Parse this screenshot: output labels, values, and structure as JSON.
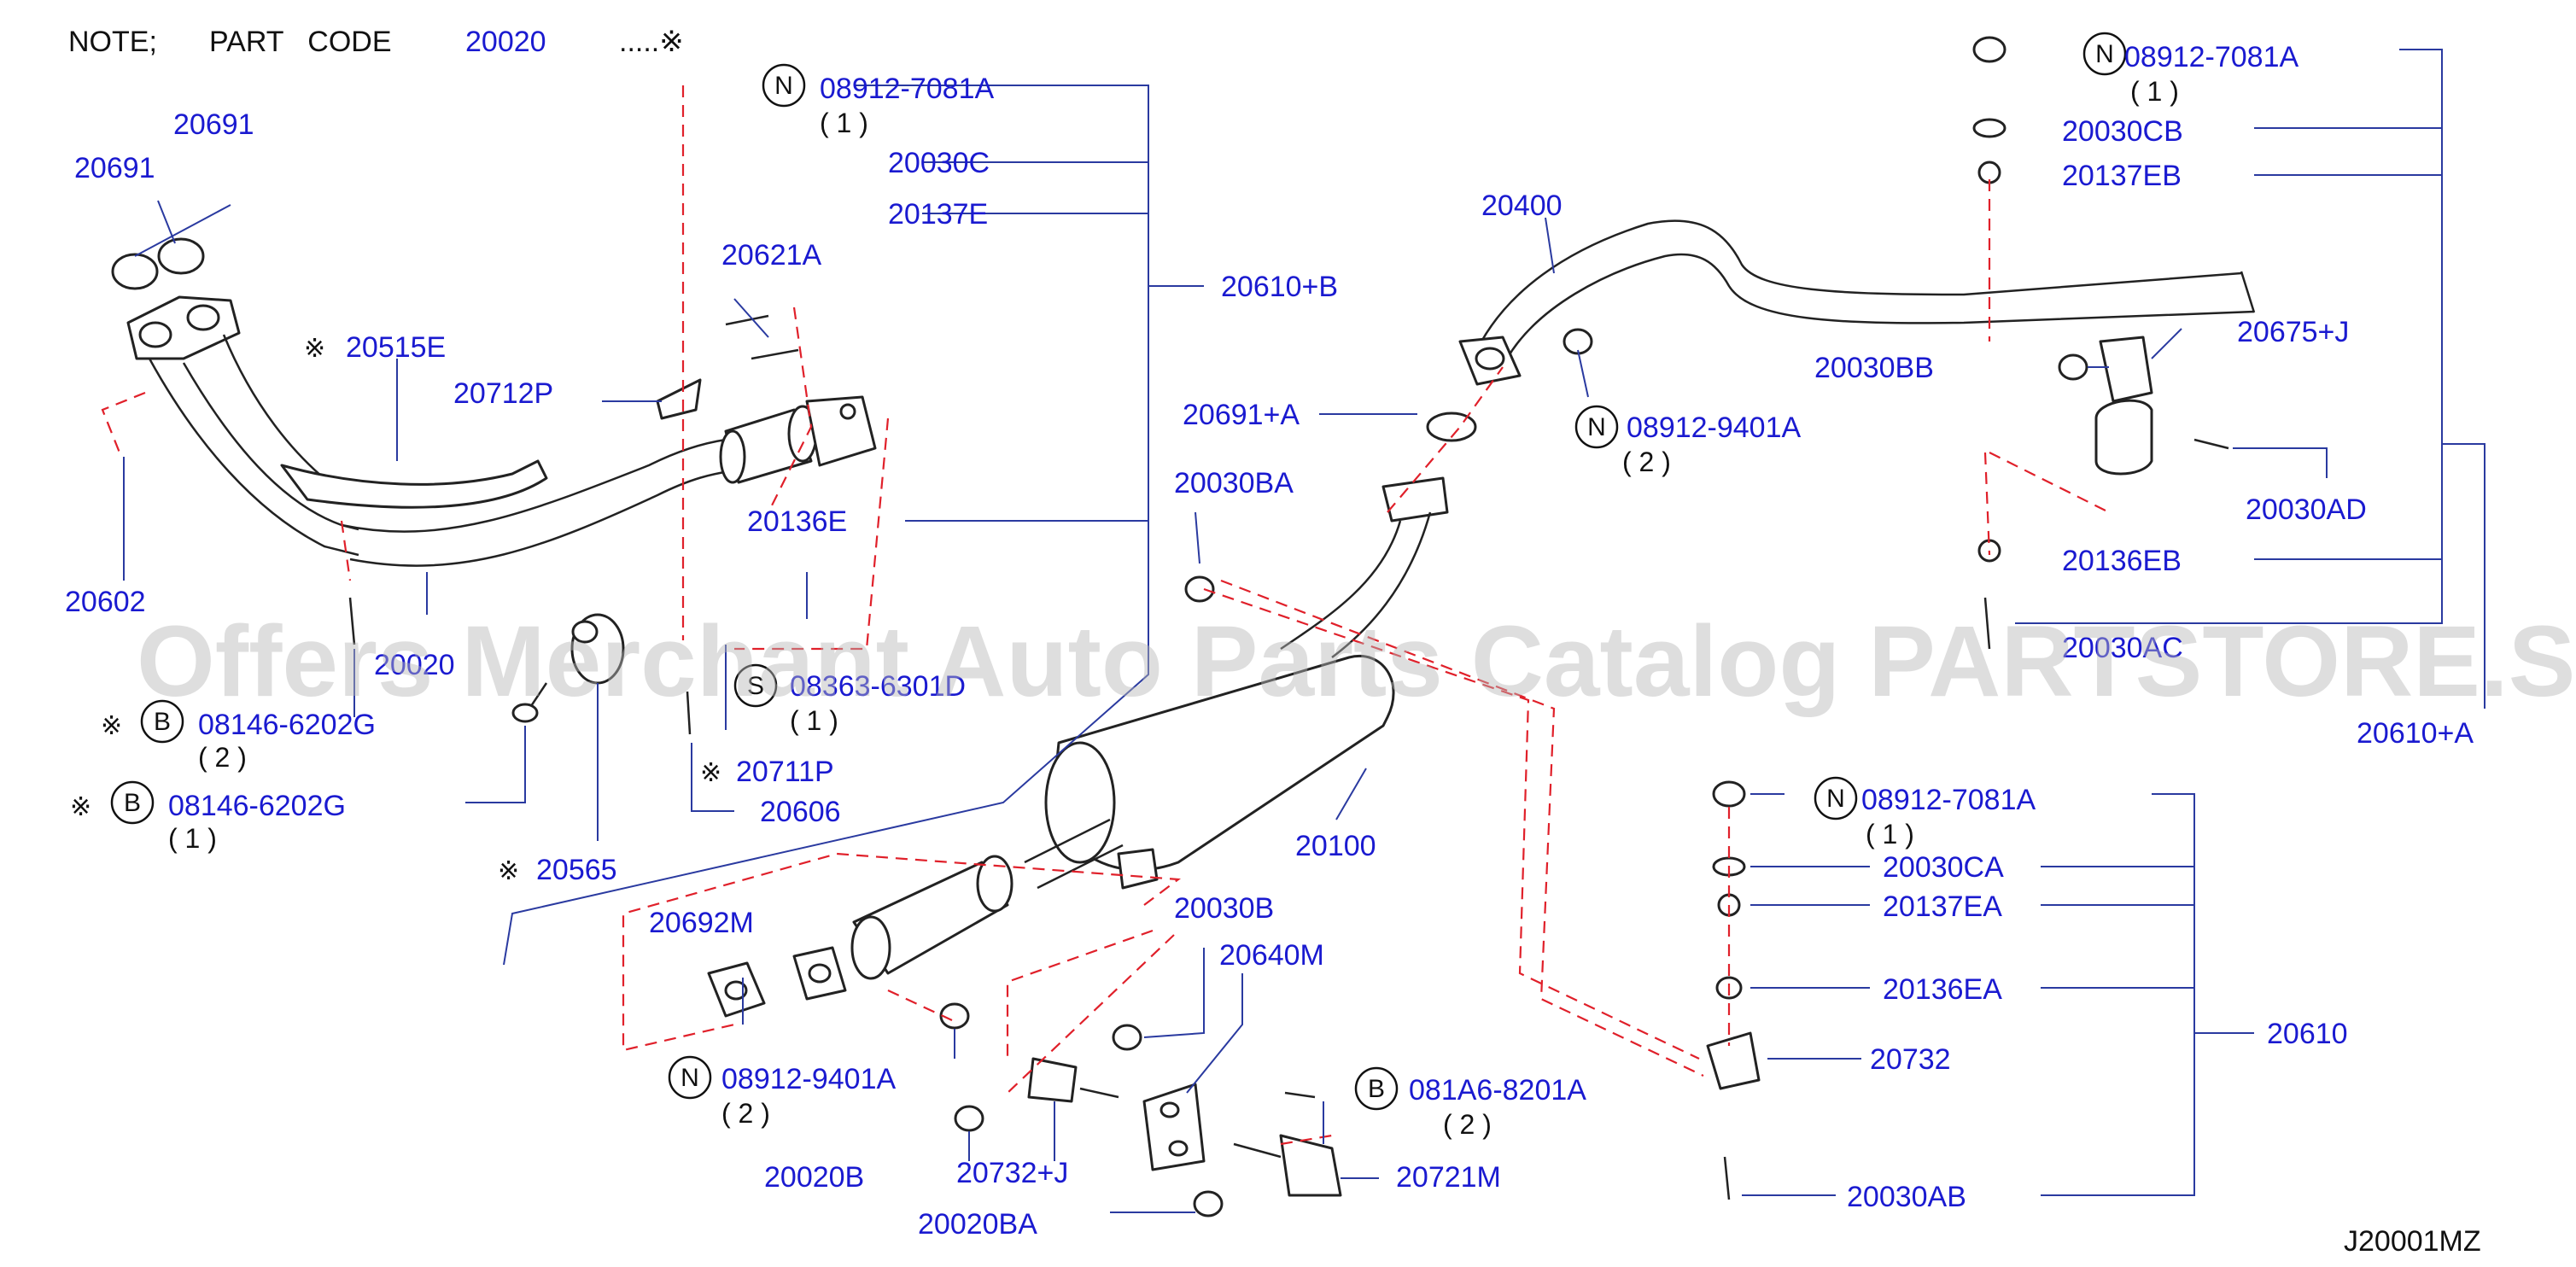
{
  "note": {
    "prefix": "NOTE;",
    "label": "PART   CODE",
    "code": "20020",
    "suffix": ".....※"
  },
  "watermark": "Offers Merchant Auto Parts Catalog PARTSTORE.SA",
  "diagram_code": "J20001MZ",
  "mark_symbol": "※",
  "circle_letters": {
    "N": "N",
    "B": "B"
  },
  "labels": {
    "l20691a": "20691",
    "l20691b": "20691",
    "l20515E": "20515E",
    "l20712P": "20712P",
    "l20602": "20602",
    "l20020": "20020",
    "l08146a": "08146-6202G",
    "q08146a": "( 2 )",
    "l08146b": "08146-6202G",
    "q08146b": "( 1 )",
    "l20565": "20565",
    "l08912a": "08912-7081A",
    "q08912a": "( 1 )",
    "l20030C": "20030C",
    "l20137E": "20137E",
    "l20621A": "20621A",
    "l20136E": "20136E",
    "l08363": "08363-6301D",
    "q08363": "( 1 )",
    "l20711P": "20711P",
    "l20606": "20606",
    "l20610B": "20610+B",
    "l20691A": "20691+A",
    "l20030BA": "20030BA",
    "l20400": "20400",
    "l08912b": "08912-9401A",
    "q08912b": "( 2 )",
    "l20100": "20100",
    "l20692M": "20692M",
    "l08912c": "08912-9401A",
    "q08912c": "( 2 )",
    "l20030B": "20030B",
    "l20640M": "20640M",
    "l081A6": "081A6-8201A",
    "q081A6": "( 2 )",
    "l20020B": "20020B",
    "l20732J": "20732+J",
    "l20721M": "20721M",
    "l20020BA": "20020BA",
    "l08912d": "08912-7081A",
    "q08912d": "( 1 )",
    "l20030CB": "20030CB",
    "l20137EB": "20137EB",
    "l20030BB": "20030BB",
    "l20675J": "20675+J",
    "l20030AD": "20030AD",
    "l20136EB": "20136EB",
    "l20030AC": "20030AC",
    "l20610A": "20610+A",
    "l08912e": "08912-7081A",
    "q08912e": "( 1 )",
    "l20030CA": "20030CA",
    "l20137EA": "20137EA",
    "l20136EA": "20136EA",
    "l20732": "20732",
    "l20610": "20610",
    "l20030AB": "20030AB"
  },
  "colors": {
    "label": "#1a1ad0",
    "leader": "#2a3aa0",
    "dashed": "#e0202a",
    "watermark": "#b8b8b8"
  }
}
